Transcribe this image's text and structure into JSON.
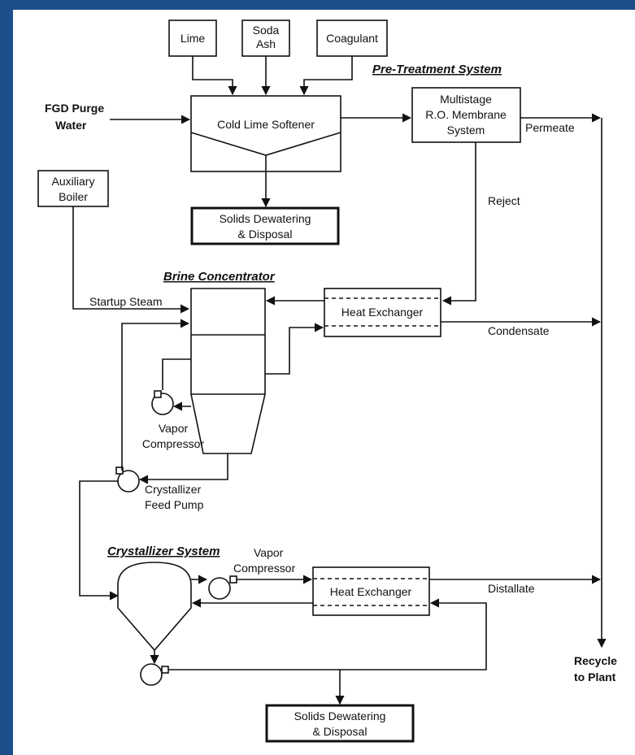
{
  "sections": {
    "pretreatment": "Pre-Treatment System",
    "brine": "Brine Concentrator",
    "crystallizer": "Crystallizer System"
  },
  "inputs": {
    "lime": "Lime",
    "soda_ash_1": "Soda",
    "soda_ash_2": "Ash",
    "coagulant": "Coagulant",
    "fgd_1": "FGD  Purge",
    "fgd_2": "Water",
    "aux_1": "Auxiliary",
    "aux_2": "Boiler"
  },
  "units": {
    "softener": "Cold Lime Softener",
    "ro_1": "Multistage",
    "ro_2": "R.O. Membrane",
    "ro_3": "System",
    "solids1_1": "Solids Dewatering",
    "solids1_2": "& Disposal",
    "hx1": "Heat Exchanger",
    "hx2": "Heat Exchanger",
    "solids2_1": "Solids Dewatering",
    "solids2_2": "& Disposal",
    "vc1_1": "Vapor",
    "vc1_2": "Compressor",
    "cfp_1": "Crystallizer",
    "cfp_2": "Feed Pump",
    "vc2_1": "Vapor",
    "vc2_2": "Compressor"
  },
  "streams": {
    "permeate": "Permeate",
    "reject": "Reject",
    "startup": "Startup Steam",
    "condensate": "Condensate",
    "distillate": "Distallate",
    "recycle_1": "Recycle",
    "recycle_2": "to Plant"
  }
}
